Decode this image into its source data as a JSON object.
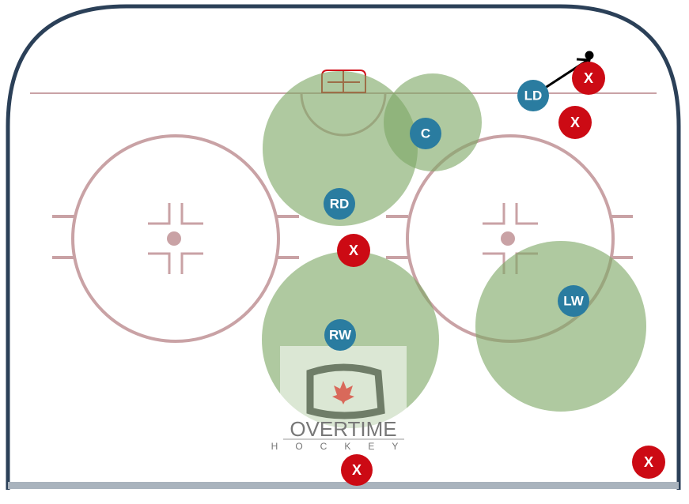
{
  "colors": {
    "boards": "#2b4058",
    "lines": "#c9a2a5",
    "zone_fill": "#8db27a",
    "player": "#2a7ca0",
    "opponent": "#cc0a14",
    "net": "#d0101a"
  },
  "players": [
    {
      "label": "LD"
    },
    {
      "label": "C"
    },
    {
      "label": "RD"
    },
    {
      "label": "RW"
    },
    {
      "label": "LW"
    }
  ],
  "opponents": [
    {
      "label": "X"
    },
    {
      "label": "X"
    },
    {
      "label": "X"
    },
    {
      "label": "X"
    },
    {
      "label": "X"
    }
  ],
  "logo": {
    "title": "OVERTIME",
    "subtitle": "HOCKEY"
  }
}
